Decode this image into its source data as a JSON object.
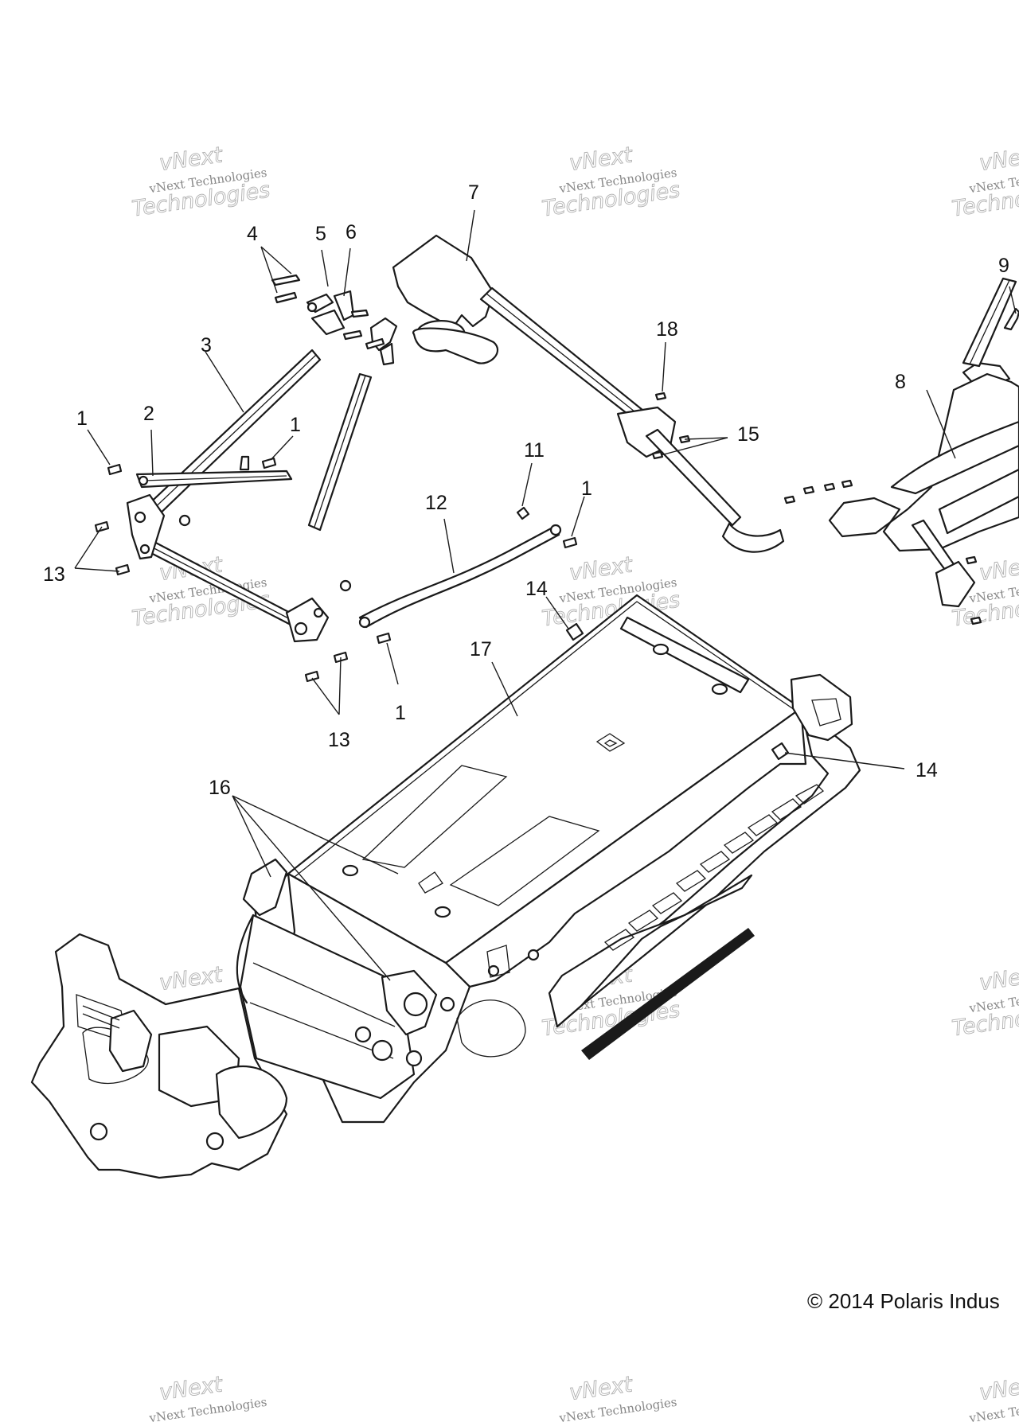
{
  "watermarks": [
    {
      "line1": "vNext",
      "line2": "vNext Technologies",
      "line3": "Technologies"
    }
  ],
  "callouts": {
    "c1a": "1",
    "c1b": "1",
    "c1c": "1",
    "c1d": "1",
    "c2": "2",
    "c3": "3",
    "c4": "4",
    "c5": "5",
    "c6": "6",
    "c7": "7",
    "c8": "8",
    "c9": "9",
    "c11": "11",
    "c12": "12",
    "c13a": "13",
    "c13b": "13",
    "c14a": "14",
    "c14b": "14",
    "c15": "15",
    "c16": "16",
    "c17": "17",
    "c18": "18"
  },
  "copyright": "© 2014 Polaris Indus"
}
